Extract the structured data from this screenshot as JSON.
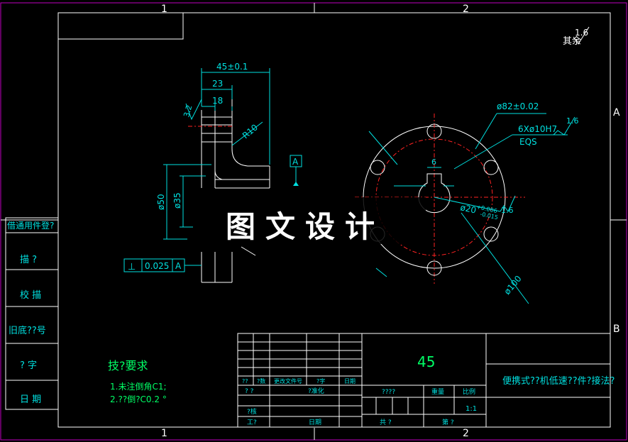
{
  "grid": {
    "top_labels": [
      "1",
      "2"
    ],
    "bottom_labels": [
      "1",
      "2"
    ],
    "right_labels": [
      "A",
      "B"
    ]
  },
  "roughness": {
    "corner_value": "1.6",
    "corner_text": "其余"
  },
  "side_view": {
    "dims": {
      "d45": "45±0.1",
      "d23": "23",
      "d18": "18",
      "r10": "R10",
      "rough": "3.2",
      "phi50": "ø50",
      "phi35": "ø35",
      "datum": "A"
    },
    "tolerance": {
      "symbol": "⊥",
      "value": "0.025",
      "datum": "A"
    }
  },
  "front_view": {
    "dims": {
      "phi82": "ø82±0.02",
      "holes": "6Xø10H7",
      "eqs": "EQS",
      "hole_rough": "1.6",
      "key": "6",
      "bore": "ø20",
      "bore_upper": "+0.006",
      "bore_lower": "-0.015",
      "bore_rough": "1.6",
      "phi100": "ø100"
    }
  },
  "watermark": "图文设计",
  "left_strip": [
    "借通用件登?",
    "描 ?",
    "校 描",
    "旧底??号",
    "? 字",
    "日 期"
  ],
  "tech_req": {
    "title": "技?要求",
    "line1": "1.未注倒角C1;",
    "line2": "2.??倒?C0.2 °"
  },
  "title_block": {
    "material": "45",
    "name": "便携式??机低速??件?接法?",
    "rev_headers": [
      "??",
      "?数",
      "更改文件号",
      "?字",
      "日期"
    ],
    "label_r1": "? ?",
    "label_std": "?准化",
    "label_stage": "????",
    "label_weight": "重量",
    "label_scale": "比例",
    "scale_value": "1:1",
    "label_check": "?核",
    "label_craft": "工?",
    "label_date": "日期",
    "label_total": "共 ?",
    "label_sheet": "第 ?"
  }
}
